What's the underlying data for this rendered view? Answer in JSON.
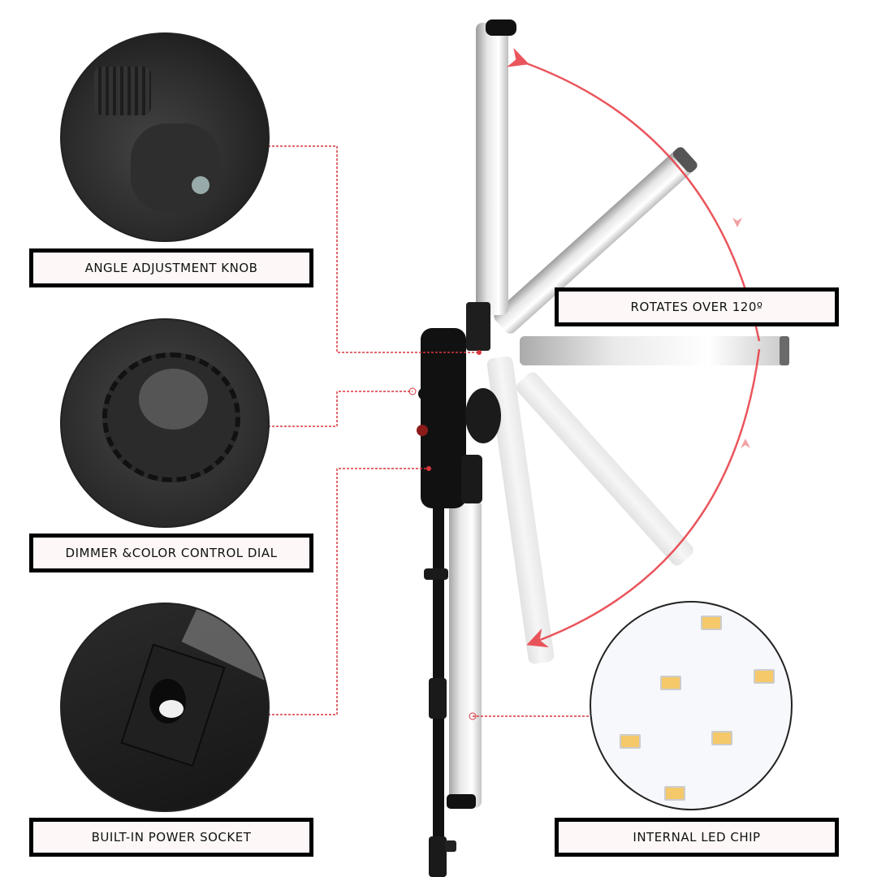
{
  "features": [
    {
      "id": "angle",
      "label": "ANGLE ADJUSTMENT KNOB"
    },
    {
      "id": "dimmer",
      "label": "DIMMER &COLOR CONTROL DIAL"
    },
    {
      "id": "power",
      "label": "BUILT-IN POWER SOCKET"
    },
    {
      "id": "rotate",
      "label": "ROTATES OVER 120º"
    },
    {
      "id": "led",
      "label": "INTERNAL LED CHIP"
    }
  ],
  "colors": {
    "callout_line": "#d9363e",
    "arrow": "#e8434b",
    "label_bg": "#fdf8f7",
    "label_border": "#000000",
    "led_chip": "#f5c96a"
  },
  "icons": [
    "knob-closeup",
    "dial-closeup",
    "socket-closeup",
    "led-chip-closeup",
    "rotation-arrow"
  ]
}
